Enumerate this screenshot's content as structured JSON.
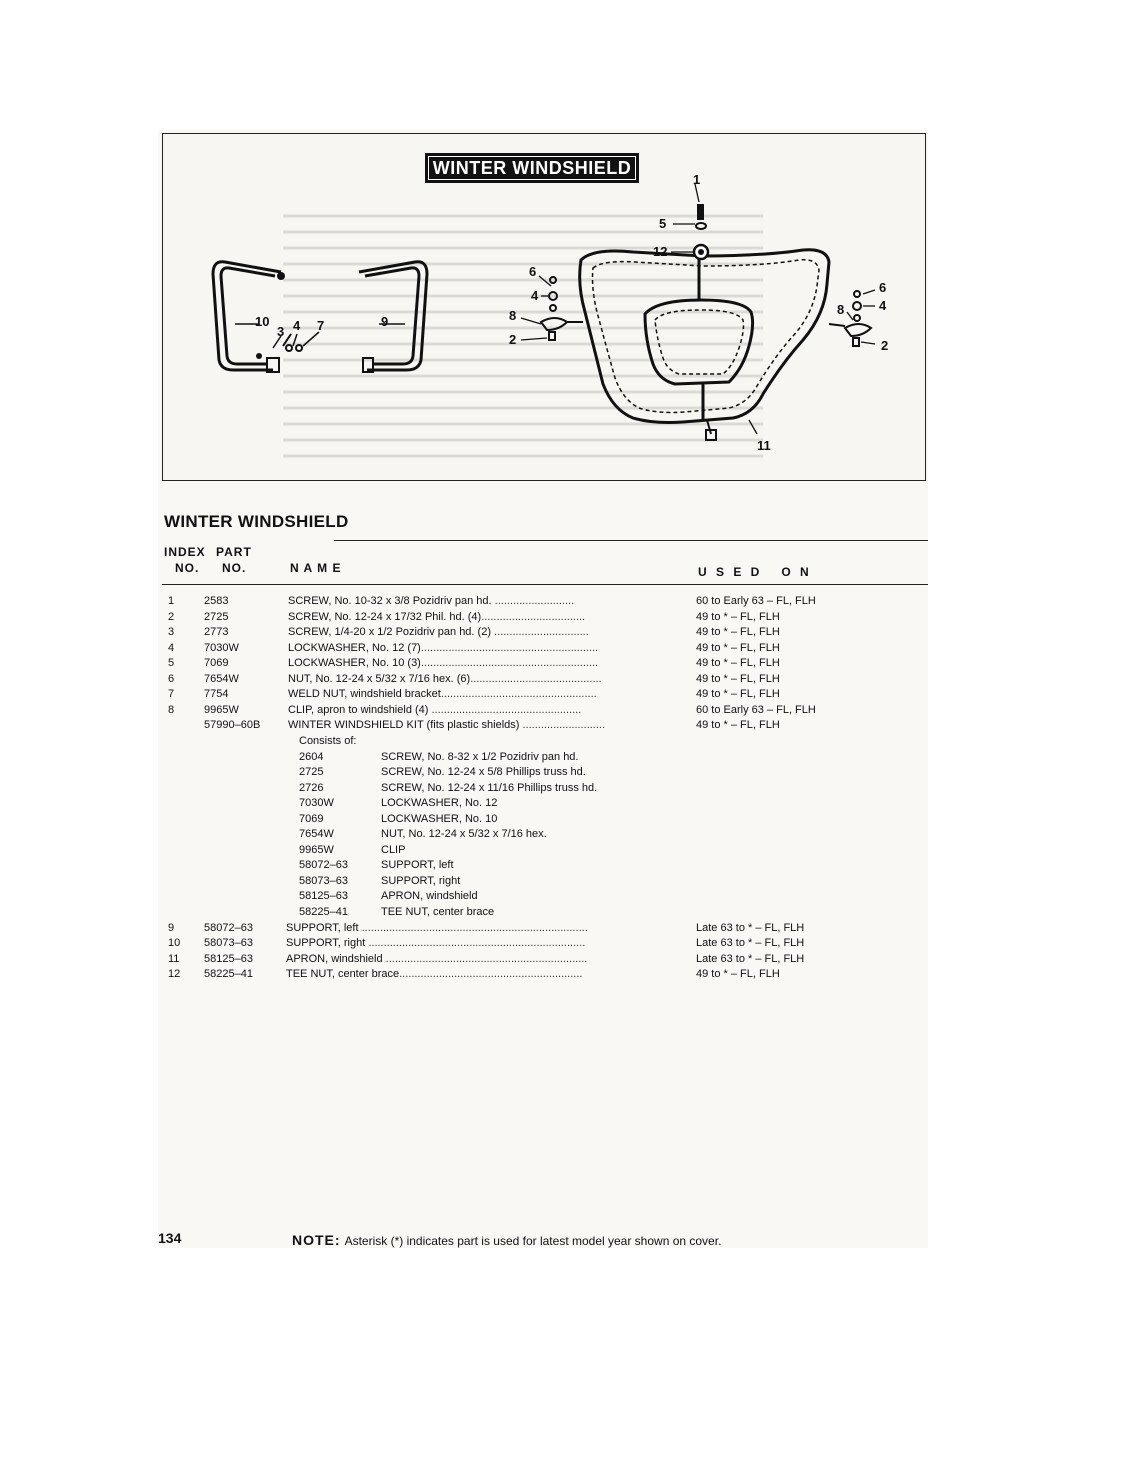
{
  "figure": {
    "banner": "WINTER WINDSHIELD",
    "callouts": [
      "1",
      "5",
      "12",
      "6",
      "4",
      "8",
      "2",
      "10",
      "3",
      "4",
      "7",
      "9",
      "6",
      "4",
      "8",
      "2",
      "11"
    ]
  },
  "section": {
    "title": "WINTER WINDSHIELD",
    "headers": {
      "index_line1": "INDEX",
      "index_line2": "NO.",
      "part_line1": "PART",
      "part_line2": "NO.",
      "name": "N A M E",
      "used_on": "U S E D   O N"
    }
  },
  "parts": [
    {
      "index": "1",
      "part": "2583",
      "name": "SCREW, No. 10-32 x 3/8 Pozidriv pan hd.",
      "dots": " ..........................",
      "used": "60 to Early 63 – FL, FLH"
    },
    {
      "index": "2",
      "part": "2725",
      "name": "SCREW, No. 12-24 x 17/32 Phil. hd. (4)",
      "dots": "..................................",
      "used": "49 to * – FL, FLH"
    },
    {
      "index": "3",
      "part": "2773",
      "name": "SCREW, 1/4-20 x 1/2 Pozidriv pan hd. (2)",
      "dots": " ...............................",
      "used": "49 to * – FL, FLH"
    },
    {
      "index": "4",
      "part": "7030W",
      "name": "LOCKWASHER, No. 12 (7)",
      "dots": "..........................................................",
      "used": "49 to * – FL, FLH"
    },
    {
      "index": "5",
      "part": "7069",
      "name": "LOCKWASHER, No. 10 (3)",
      "dots": "..........................................................",
      "used": "49 to * – FL, FLH"
    },
    {
      "index": "6",
      "part": "7654W",
      "name": "NUT, No. 12-24 x 5/32 x 7/16 hex. (6)",
      "dots": "...........................................",
      "used": "49 to * – FL, FLH"
    },
    {
      "index": "7",
      "part": "7754",
      "name": "WELD NUT, windshield bracket",
      "dots": "...................................................",
      "used": "49 to * – FL, FLH"
    },
    {
      "index": "8",
      "part": "9965W",
      "name": "CLIP, apron to windshield (4)",
      "dots": " .................................................",
      "used": "60 to Early 63 – FL, FLH"
    },
    {
      "index": "",
      "part": "57990–60B",
      "name": "WINTER WINDSHIELD KIT (fits plastic shields)",
      "dots": " ...........................",
      "used": "49 to * – FL, FLH"
    }
  ],
  "kit": {
    "consists_label": "Consists of:",
    "items": [
      {
        "part": "2604",
        "name": "SCREW, No. 8-32 x 1/2 Pozidriv pan hd."
      },
      {
        "part": "2725",
        "name": "SCREW, No. 12-24 x 5/8 Phillips truss hd."
      },
      {
        "part": "2726",
        "name": "SCREW, No. 12-24 x 11/16 Phillips truss hd."
      },
      {
        "part": "7030W",
        "name": "LOCKWASHER, No. 12"
      },
      {
        "part": "7069",
        "name": "LOCKWASHER, No. 10"
      },
      {
        "part": "7654W",
        "name": "NUT, No. 12-24 x 5/32 x 7/16 hex."
      },
      {
        "part": "9965W",
        "name": "CLIP"
      },
      {
        "part": "58072–63",
        "name": "SUPPORT, left"
      },
      {
        "part": "58073–63",
        "name": "SUPPORT, right"
      },
      {
        "part": "58125–63",
        "name": "APRON, windshield"
      },
      {
        "part": "58225–41",
        "name": "TEE NUT, center brace"
      }
    ]
  },
  "parts2": [
    {
      "index": "9",
      "part": "58072–63",
      "name": "SUPPORT, left",
      "dots": " ..........................................................................",
      "used": "Late 63 to * – FL, FLH"
    },
    {
      "index": "10",
      "part": "58073–63",
      "name": "SUPPORT, right",
      "dots": " .......................................................................",
      "used": "Late 63 to * – FL, FLH"
    },
    {
      "index": "11",
      "part": "58125–63",
      "name": "APRON, windshield",
      "dots": " ..................................................................",
      "used": "Late 63 to * – FL, FLH"
    },
    {
      "index": "12",
      "part": "58225–41",
      "name": "TEE NUT, center brace",
      "dots": "............................................................",
      "used": "49 to * – FL, FLH"
    }
  ],
  "footer": {
    "page_number": "134",
    "note_label": "NOTE:",
    "note_text": "Asterisk (*) indicates part is used for latest model year shown on cover."
  }
}
